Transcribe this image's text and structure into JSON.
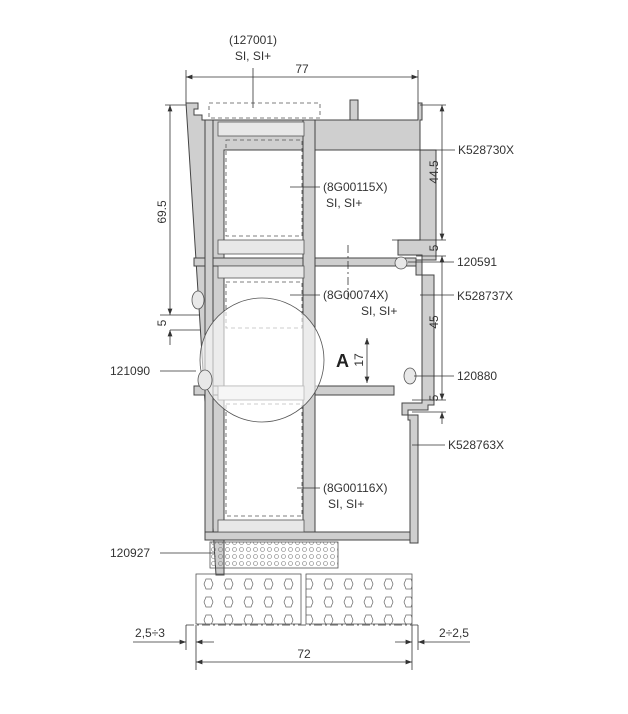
{
  "drawing": {
    "top_gasket": {
      "code": "(127001)",
      "variant": "SI, SI+"
    },
    "glass_upper": {
      "code": "(8G00115X)",
      "variant": "SI, SI+"
    },
    "glass_middle": {
      "code": "(8G00074X)",
      "variant": "SI, SI+"
    },
    "glass_lower": {
      "code": "(8G00116X)",
      "variant": "SI, SI+"
    },
    "parts": {
      "frame_top": "K528730X",
      "gasket_upper": "120591",
      "mullion": "K528737X",
      "gasket_left": "121090",
      "gasket_right": "120880",
      "frame_bottom": "K528763X",
      "insulation": "120927"
    },
    "detail_label": "A",
    "dimensions": {
      "width_top": "77",
      "height_left": "69.5",
      "height_upper_right": "44.5",
      "step_upper": "5",
      "height_middle_right": "45",
      "step_lower": "5",
      "left_small": "5",
      "detail_gap": "17",
      "tolerance_left": "2,5÷3",
      "tolerance_right": "2÷2,5",
      "width_bottom": "72"
    }
  }
}
